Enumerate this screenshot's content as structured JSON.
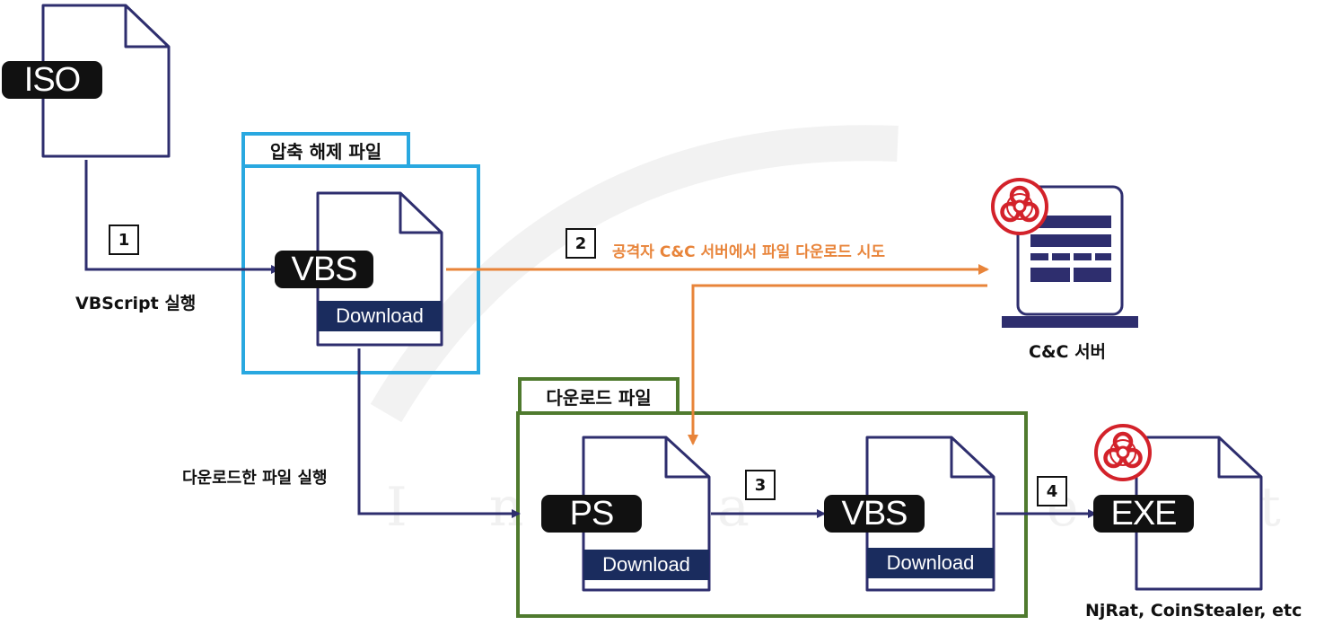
{
  "colors": {
    "navy": "#2e2e6e",
    "orange": "#e8843a",
    "cyan_box": "#29a8e0",
    "green_box": "#4f7a2e",
    "download_band": "#1a2c5e",
    "biohazard_red": "#d3222a"
  },
  "files": {
    "iso": {
      "tag": "ISO"
    },
    "vbs_extracted": {
      "tag": "VBS",
      "band": "Download"
    },
    "ps_downloaded": {
      "tag": "PS",
      "band": "Download"
    },
    "vbs_downloaded": {
      "tag": "VBS",
      "band": "Download"
    },
    "exe": {
      "tag": "EXE",
      "icon": "biohazard-icon"
    }
  },
  "groups": {
    "extracted": {
      "title": "압축 해제 파일"
    },
    "downloaded": {
      "title": "다운로드 파일"
    }
  },
  "steps": {
    "s1": {
      "number": "1",
      "label": "VBScript  실행"
    },
    "s2": {
      "number": "2",
      "label": "공격자 C&C 서버에서 파일 다운로드 시도"
    },
    "s3": {
      "number": "3"
    },
    "s4": {
      "number": "4"
    },
    "exec_downloaded": {
      "label": "다운로드한 파일 실행"
    }
  },
  "server": {
    "label": "C&C 서버",
    "icon": "biohazard-icon"
  },
  "result": {
    "label": "NjRat, CoinStealer, etc"
  },
  "watermark": "I n c a . n e . t"
}
